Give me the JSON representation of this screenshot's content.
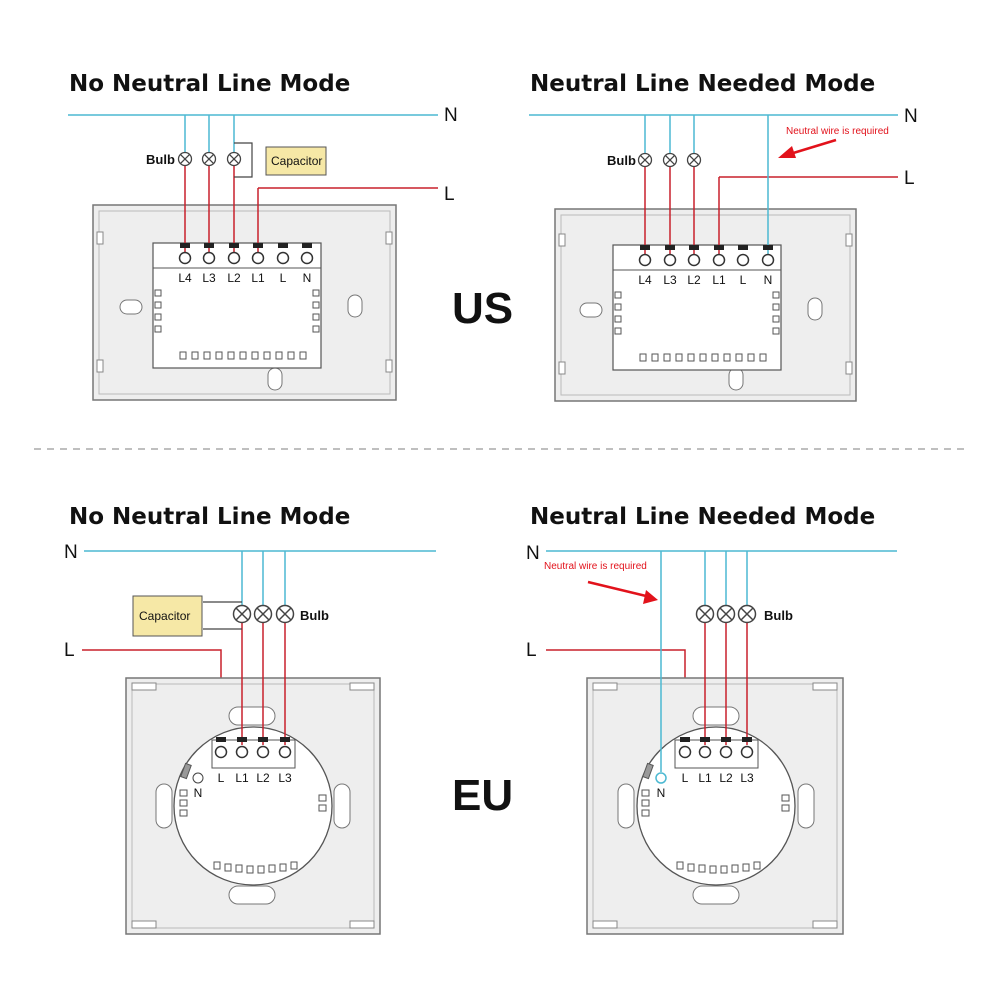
{
  "colors": {
    "neutral": "#4cb9d2",
    "live": "#c8202c",
    "capacitor_fill": "#f6e8a6",
    "arrow": "#e2121b",
    "panel": "#eeeeee",
    "outline": "#777777"
  },
  "us": {
    "region_label": "US",
    "left": {
      "title": "No Neutral Line Mode",
      "n_label": "N",
      "l_label": "L",
      "bulb_label": "Bulb",
      "capacitor_label": "Capacitor",
      "terminals": [
        "L4",
        "L3",
        "L2",
        "L1",
        "L",
        "N"
      ]
    },
    "right": {
      "title": "Neutral Line Needed Mode",
      "n_label": "N",
      "l_label": "L",
      "bulb_label": "Bulb",
      "note": "Neutral wire is required",
      "terminals": [
        "L4",
        "L3",
        "L2",
        "L1",
        "L",
        "N"
      ]
    }
  },
  "eu": {
    "region_label": "EU",
    "left": {
      "title": "No Neutral Line Mode",
      "n_label": "N",
      "l_label": "L",
      "bulb_label": "Bulb",
      "capacitor_label": "Capacitor",
      "terminals": [
        "L",
        "L1",
        "L2",
        "L3"
      ],
      "n_terminal": "N"
    },
    "right": {
      "title": "Neutral Line Needed Mode",
      "n_label": "N",
      "l_label": "L",
      "bulb_label": "Bulb",
      "note": "Neutral wire is required",
      "terminals": [
        "L",
        "L1",
        "L2",
        "L3"
      ],
      "n_terminal": "N"
    }
  }
}
